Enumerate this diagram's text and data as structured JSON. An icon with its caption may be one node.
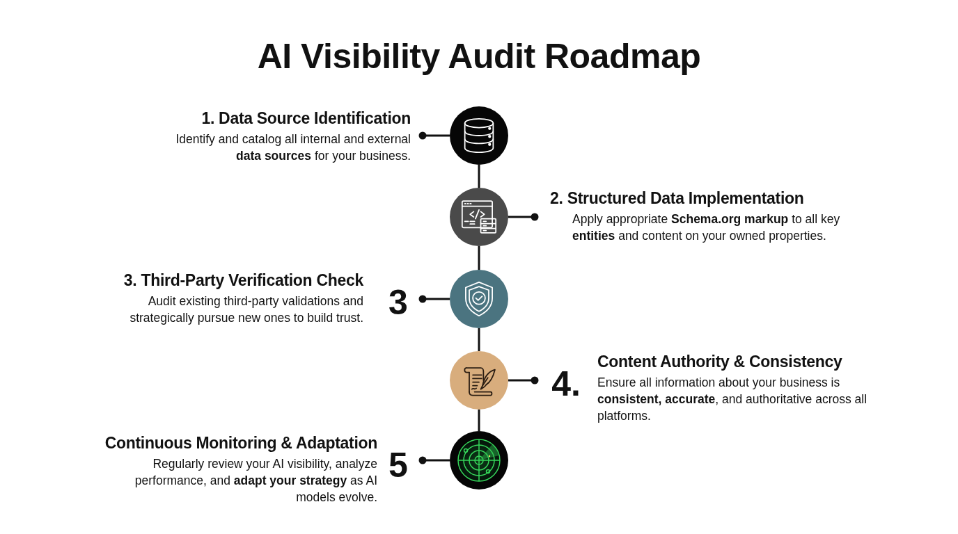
{
  "diagram": {
    "title": "AI Visibility Audit Roadmap",
    "nodes": [
      {
        "text": [
          "1. Data Source Identification",
          "Identify and catalog all internal and external **data sources** for your business."
        ]
      },
      {
        "text": [],
        "shape": "circle"
      },
      {
        "text": [],
        "shape": "circle"
      },
      {
        "text": [
          "2. Structured Data Implementation",
          "Apply appropriate **Schema.org markup** to all key **entities** and content on your owned properties."
        ]
      },
      {
        "text": [
          "3. Third-Party Verification Check",
          "Audit existing third-party validations and strategically pursue new ones to build trust."
        ],
        "beside": [
          "3"
        ]
      },
      {
        "text": [],
        "shape": "circle"
      },
      {
        "text": [],
        "shape": "circle"
      },
      {
        "text": [
          "Content Authority & Consistency",
          "Ensure all information about your business is **consistent, accurate**, and authoritative across all platforms."
        ],
        "beside": [
          "4."
        ]
      },
      {
        "text": [
          "Continuous Monitoring & Adaptation",
          "Regularly review your AI visibility, analyze performance, and **adapt your strategy** as AI models evolve."
        ],
        "beside": [
          "5"
        ]
      },
      {
        "text": [],
        "shape": "circle"
      }
    ],
    "edges": [
      {
        "from": 1,
        "to": 2,
        "arrow": "none"
      },
      {
        "from": 2,
        "to": 5,
        "arrow": "none"
      },
      {
        "from": 5,
        "to": 6,
        "arrow": "none"
      },
      {
        "from": 6,
        "to": 9,
        "arrow": "none"
      },
      {
        "from": 1,
        "to": 0,
        "arrow": "other"
      },
      {
        "from": 2,
        "to": 3,
        "arrow": "other"
      },
      {
        "from": 5,
        "to": 4,
        "arrow": "other"
      },
      {
        "from": 6,
        "to": 7,
        "arrow": "other"
      },
      {
        "from": 9,
        "to": 8,
        "arrow": "other"
      }
    ]
  }
}
